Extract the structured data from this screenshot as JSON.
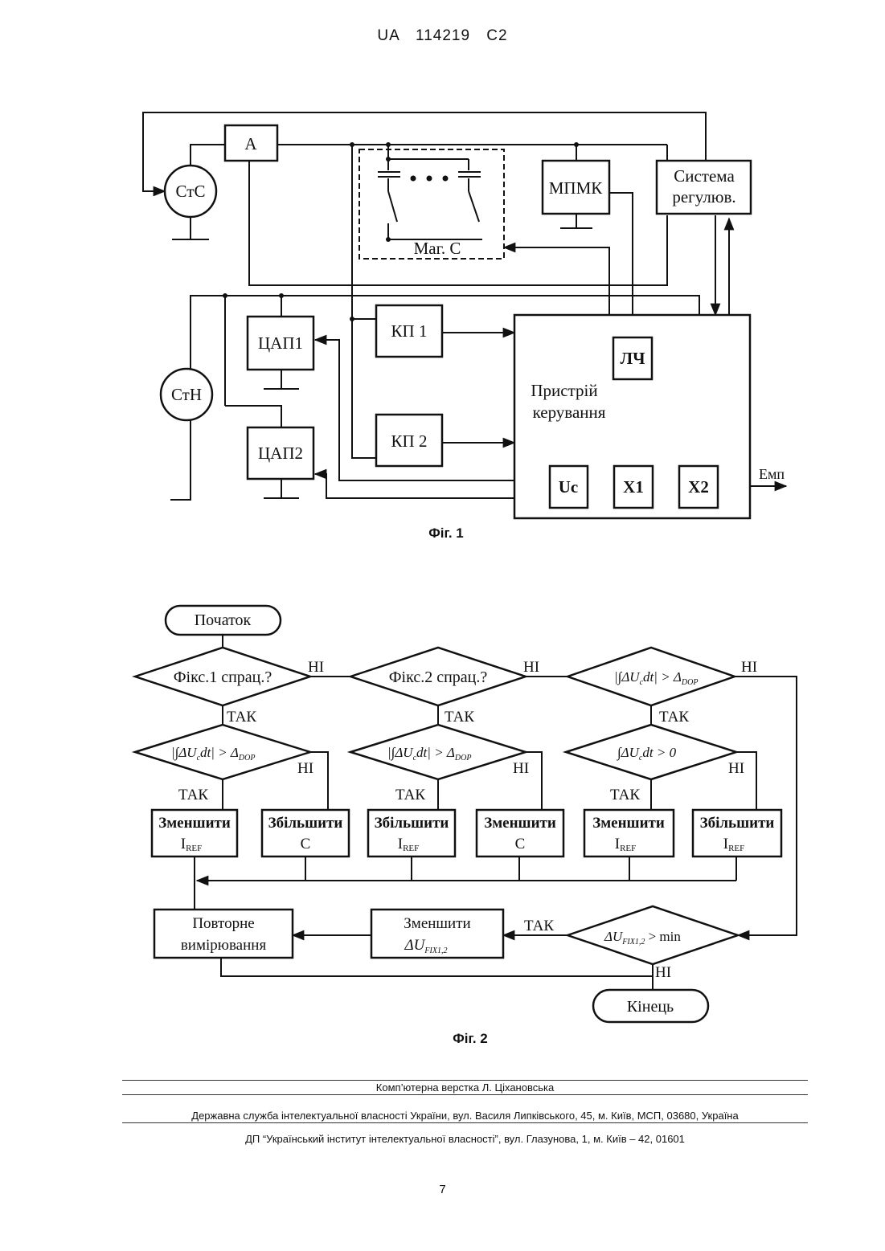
{
  "header": {
    "patent": "UA 114219 C2"
  },
  "fig1": {
    "caption": "Фіг. 1",
    "labels": {
      "a": "А",
      "stc": "СтС",
      "mag_c": "Маг. С",
      "mpmk": "МПМК",
      "sys1": "Система",
      "sys2": "регулюв.",
      "cap1": "ЦАП1",
      "cap2": "ЦАП2",
      "kp1": "КП 1",
      "kp2": "КП 2",
      "stn": "СтН",
      "lch": "ЛЧ",
      "ctrl1": "Пристрій",
      "ctrl2": "керування",
      "uc": "Uc",
      "x1": "X1",
      "x2": "X2",
      "emp": "Емп"
    }
  },
  "fig2": {
    "caption": "Фіг. 2",
    "labels": {
      "start": "Початок",
      "end": "Кінець",
      "d1": "Фікс.1 спрац.?",
      "d2": "Фікс.2 спрац.?",
      "d3": "|∫ΔU",
      "d3b": "dt| > Δ",
      "d3sub": "DOP",
      "d4": "|∫ΔU",
      "d4b": "dt| > Δ",
      "d5": "∫ΔU",
      "d5b": "dt > 0",
      "sub_c": "c",
      "ni": "НІ",
      "tak": "ТАК",
      "b1a": "Зменшити",
      "b1b": "I",
      "b2a": "Збільшити",
      "b2b": "C",
      "b3a": "Збільшити",
      "b3b": "I",
      "b4a": "Зменшити",
      "b4b": "C",
      "b5a": "Зменшити",
      "b5b": "I",
      "b6a": "Збільшити",
      "b6b": "I",
      "ref": "REF",
      "dmin": "ΔU",
      "dmin_sub": "FIX1,2",
      "dmin_b": " > min",
      "red1": "Зменшити",
      "red2": "ΔU",
      "red_sub": "FIX1,2",
      "rep1": "Повторне",
      "rep2": "вимірювання"
    }
  },
  "footer": {
    "line1": "Комп’ютерна верстка Л. Ціхановська",
    "line2": "Державна служба інтелектуальної власності України, вул. Василя Липківського, 45, м. Київ, МСП, 03680, Україна",
    "line3": "ДП “Український інститут інтелектуальної власності”, вул. Глазунова, 1, м. Київ – 42, 01601"
  },
  "page_number": "7"
}
